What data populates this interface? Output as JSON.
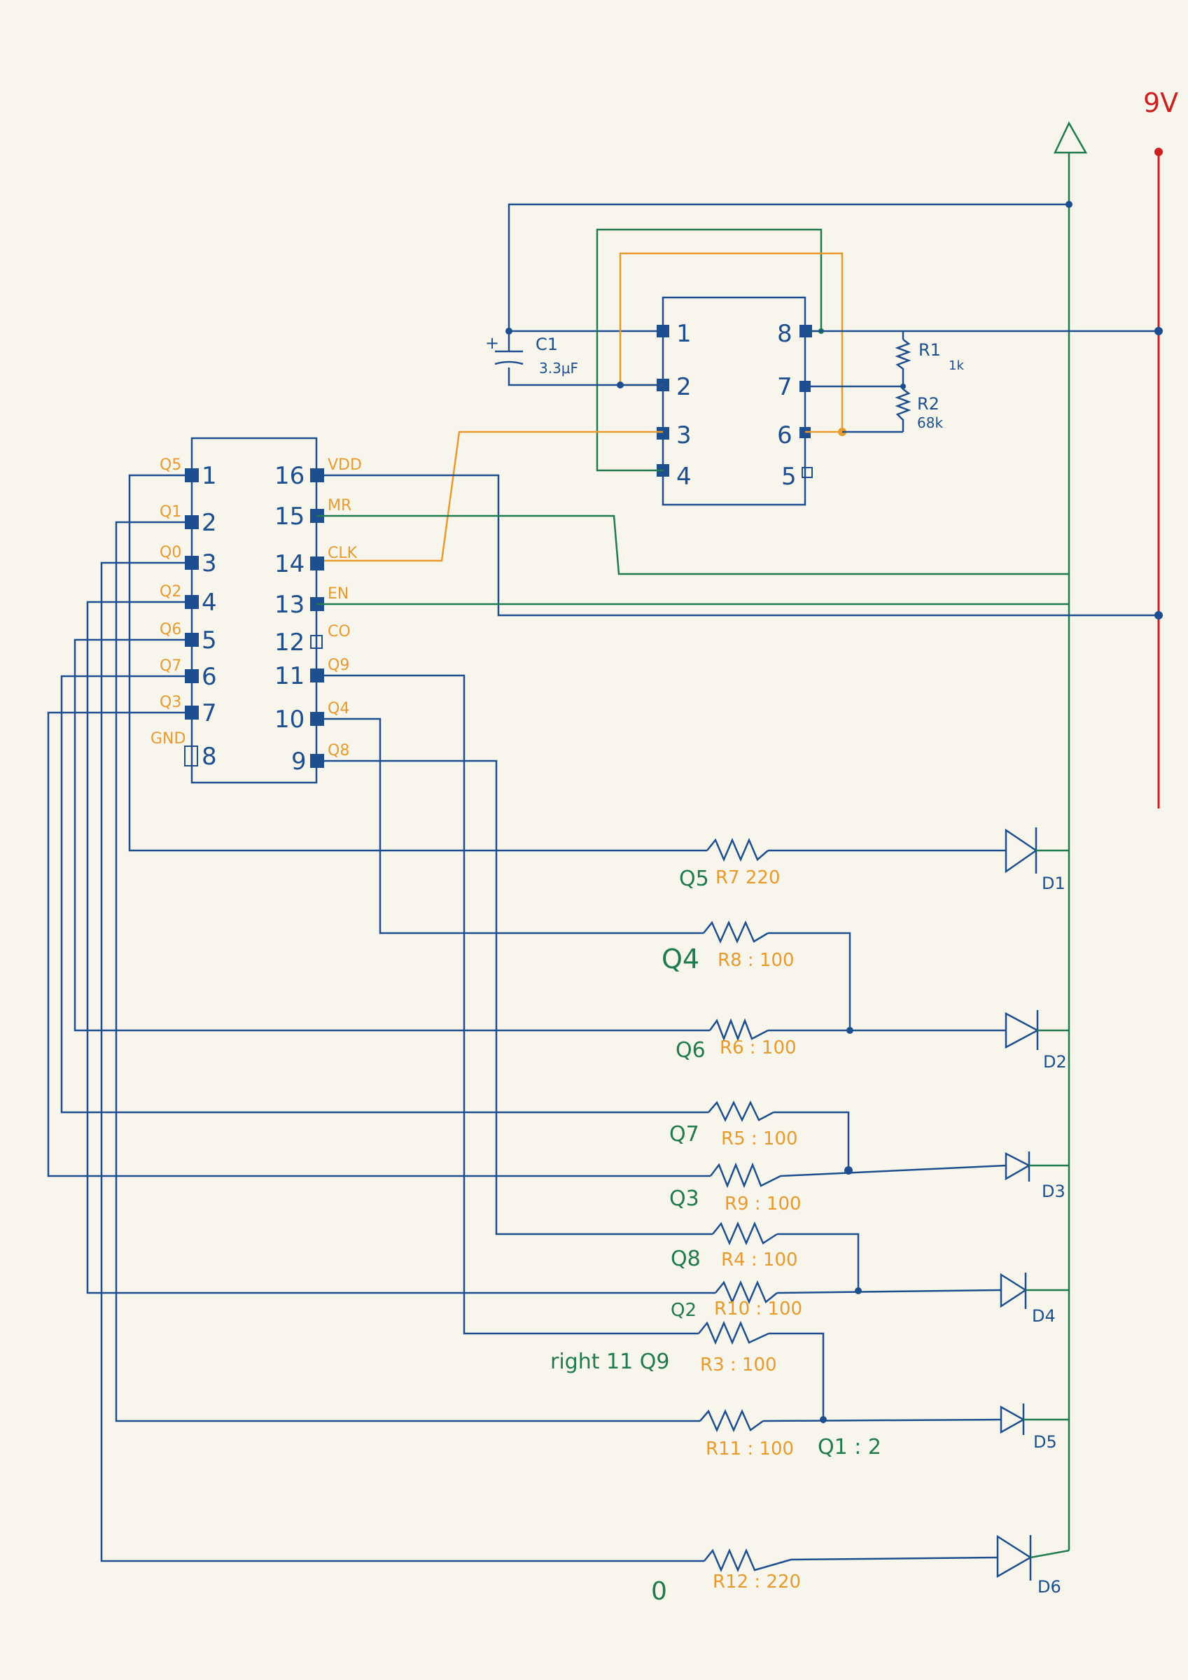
{
  "supply": {
    "label": "9V"
  },
  "timer_555": {
    "pins": [
      "1",
      "2",
      "3",
      "4",
      "5",
      "6",
      "7",
      "8"
    ]
  },
  "counter_4017": {
    "left_pins": [
      {
        "num": "1",
        "label": "Q5"
      },
      {
        "num": "2",
        "label": "Q1"
      },
      {
        "num": "3",
        "label": "Q0"
      },
      {
        "num": "4",
        "label": "Q2"
      },
      {
        "num": "5",
        "label": "Q6"
      },
      {
        "num": "6",
        "label": "Q7"
      },
      {
        "num": "7",
        "label": "Q3"
      },
      {
        "num": "8",
        "label": "GND"
      }
    ],
    "right_pins": [
      {
        "num": "16",
        "label": "VDD"
      },
      {
        "num": "15",
        "label": "MR"
      },
      {
        "num": "14",
        "label": "CLK"
      },
      {
        "num": "13",
        "label": "EN"
      },
      {
        "num": "12",
        "label": "CO"
      },
      {
        "num": "11",
        "label": "Q9"
      },
      {
        "num": "10",
        "label": "Q4"
      },
      {
        "num": "9",
        "label": "Q8"
      }
    ]
  },
  "capacitor": {
    "name": "C1",
    "value": "3.3μF",
    "polarity": "+"
  },
  "timing_resistors": [
    {
      "name": "R1",
      "value": "1k"
    },
    {
      "name": "R2",
      "value": "68k"
    }
  ],
  "led_resistors": [
    {
      "signal": "Q5",
      "label": "R7 220"
    },
    {
      "signal": "Q4",
      "label": "R8 : 100"
    },
    {
      "signal": "Q6",
      "label": "R6 : 100"
    },
    {
      "signal": "Q7",
      "label": "R5 : 100"
    },
    {
      "signal": "Q3",
      "label": "R9 : 100"
    },
    {
      "signal": "Q8",
      "label": "R4 : 100"
    },
    {
      "signal": "Q2",
      "label": "R10 : 100"
    },
    {
      "signal": "right 11 Q9",
      "label": "R3 : 100"
    },
    {
      "signal": "Q1 : 2",
      "label": "R11 : 100"
    },
    {
      "signal": "0",
      "label": "R12 : 220"
    }
  ],
  "diodes": [
    "D1",
    "D2",
    "D3",
    "D4",
    "D5",
    "D6"
  ]
}
